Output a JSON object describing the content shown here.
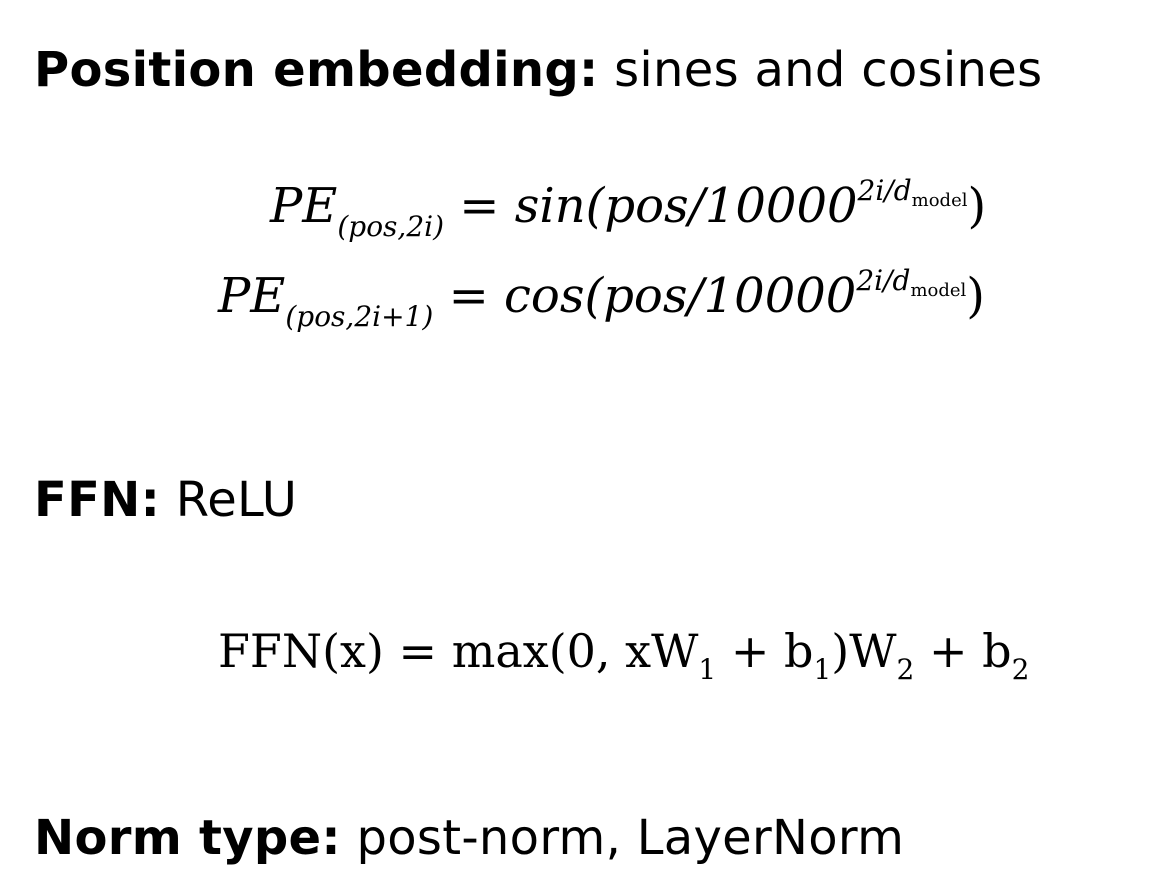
{
  "sections": {
    "position": {
      "label": "Position embedding:",
      "value": "sines and cosines",
      "eq1": {
        "lhs": "PE",
        "lhs_sub": "(pos,2i)",
        "eq": "=",
        "fn": "sin(pos/10000",
        "exp": "2i/d",
        "exp_sub": "model",
        "close": ")"
      },
      "eq2": {
        "lhs": "PE",
        "lhs_sub": "(pos,2i+1)",
        "eq": "=",
        "fn": "cos(pos/10000",
        "exp": "2i/d",
        "exp_sub": "model",
        "close": ")"
      }
    },
    "ffn": {
      "label": "FFN:",
      "value": "ReLU",
      "eq": {
        "lhs": "FFN(x)",
        "eq": "=",
        "part1": "max(0, xW",
        "w1_sub": "1",
        "part2": " + b",
        "b1_sub": "1",
        "part3": ")W",
        "w2_sub": "2",
        "part4": " + b",
        "b2_sub": "2"
      }
    },
    "norm": {
      "label": "Norm type:",
      "value": "post-norm, LayerNorm"
    }
  }
}
